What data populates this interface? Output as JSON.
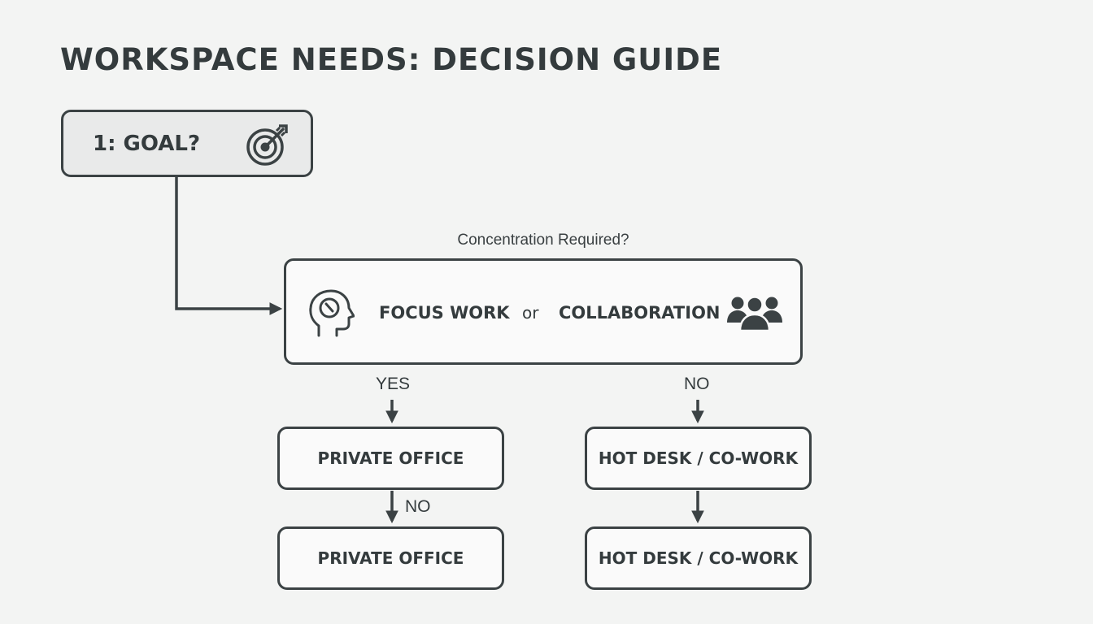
{
  "title": "WORKSPACE NEEDS: DECISION GUIDE",
  "goal": {
    "label": "1: GOAL?",
    "icon": "target-arrow-icon"
  },
  "decision": {
    "question": "Concentration Required?",
    "option_a": "FOCUS WORK",
    "connector": "or",
    "option_b": "COLLABORATION",
    "icon_a": "focused-head-icon",
    "icon_b": "group-people-icon"
  },
  "branches": {
    "yes_label": "YES",
    "no_label": "NO",
    "left_no_label": "NO"
  },
  "results": {
    "left_top": "PRIVATE OFFICE",
    "left_bottom": "PRIVATE OFFICE",
    "right_top": "HOT DESK / CO-WORK",
    "right_bottom": "HOT DESK / CO-WORK"
  },
  "colors": {
    "stroke": "#3b4244",
    "text": "#343b3d",
    "background": "#f3f4f3",
    "goal_fill": "#e9eaea"
  }
}
